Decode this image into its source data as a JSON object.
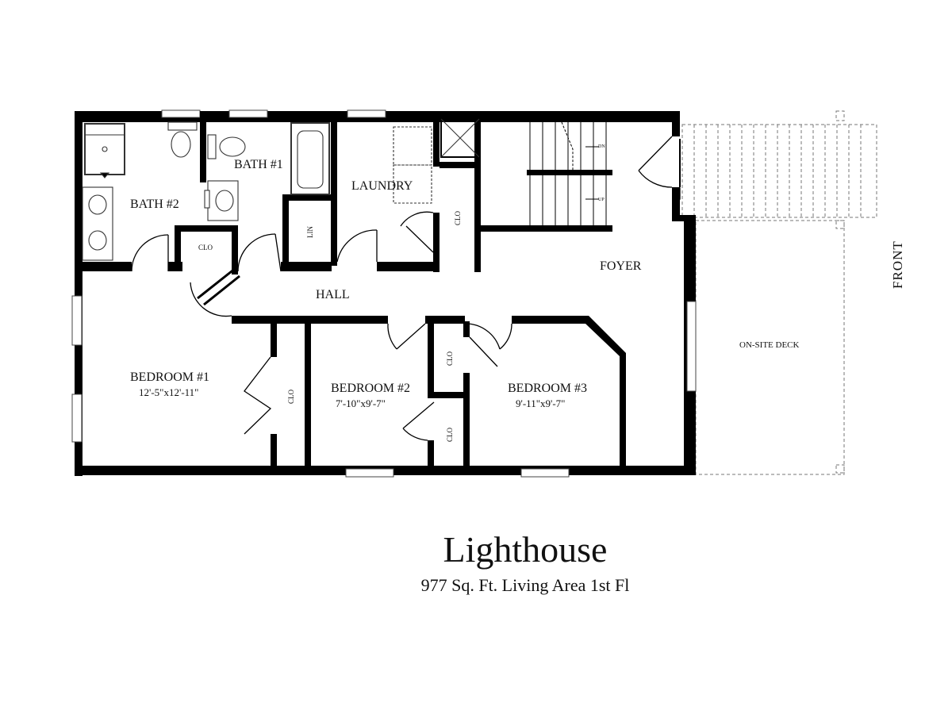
{
  "plan": {
    "rooms": {
      "bath2": "BATH #2",
      "bath1": "BATH #1",
      "laundry": "LAUNDRY",
      "foyer": "FOYER",
      "hall": "HALL",
      "bedroom1": {
        "name": "BEDROOM #1",
        "size": "12'-5\"x12'-11\""
      },
      "bedroom2": {
        "name": "BEDROOM #2",
        "size": "7'-10\"x9'-7\""
      },
      "bedroom3": {
        "name": "BEDROOM #3",
        "size": "9'-11\"x9'-7\""
      },
      "closet": "CLO",
      "linen": "LIN",
      "deck": "ON-SITE DECK"
    },
    "stairs": {
      "down": "DN",
      "up": "UP"
    },
    "orientation": "FRONT"
  },
  "title": {
    "name": "Lighthouse",
    "subtitle": "977 Sq. Ft. Living Area 1st Fl"
  }
}
